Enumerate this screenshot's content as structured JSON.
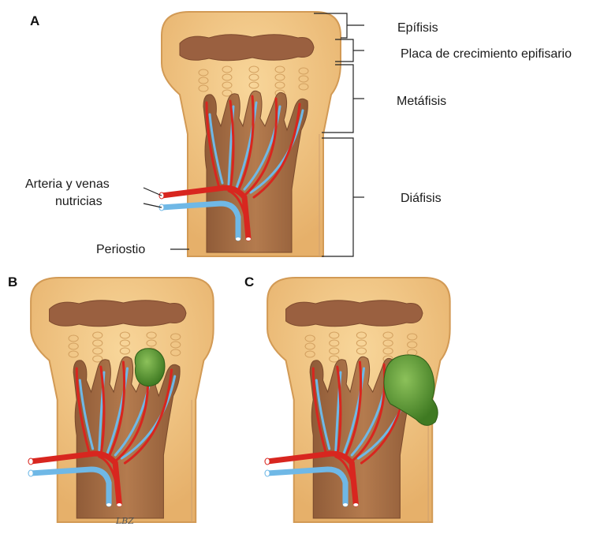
{
  "panels": {
    "a": {
      "letter": "A"
    },
    "b": {
      "letter": "B"
    },
    "c": {
      "letter": "C"
    }
  },
  "labels": {
    "epifisis": "Epífisis",
    "placa": "Placa de crecimiento epifisario",
    "metafisis": "Metáfisis",
    "diafisis": "Diáfisis",
    "arteria_line1": "Arteria y venas",
    "arteria_line2": "nutricias",
    "periostio": "Periostio"
  },
  "signature": "LBZ",
  "colors": {
    "bone_outer": "#f2c37e",
    "bone_edge": "#d8a35e",
    "marrow": "#a86f45",
    "plate": "#8f5a3a",
    "artery": "#d8261f",
    "vein": "#6fb8e6",
    "tumor": "#4f8f2c"
  }
}
